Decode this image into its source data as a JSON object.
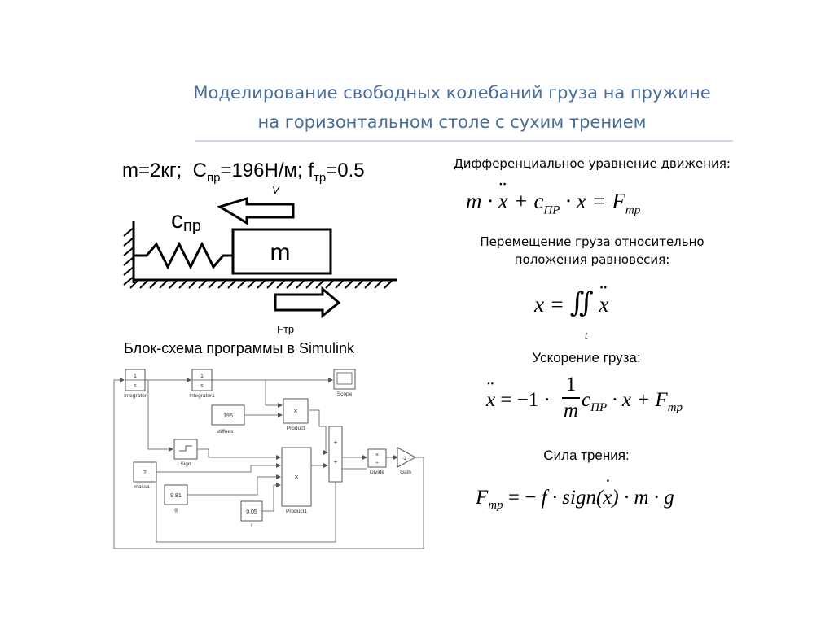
{
  "slide": {
    "title_line1": "Моделирование свободных колебаний груза на пружине",
    "title_line2": "на горизонтальном столе с сухим трением"
  },
  "params": {
    "mass": "m=2кг;",
    "c": "С",
    "c_sub": "пр",
    "c_val": "=196Н/м;",
    "f": "f",
    "f_sub": "тр",
    "f_val": "=0.5"
  },
  "scheme": {
    "spring_label": "с",
    "spring_sub": "пр",
    "mass_label": "m",
    "v_label": "V",
    "friction_label": "Fтр"
  },
  "simulink": {
    "caption": "Блок-схема программы в Simulink",
    "blocks": {
      "integrator_num": "1",
      "integrator_den": "s",
      "integrator": "Integrator",
      "integrator1_num": "1",
      "integrator1_den": "s",
      "integrator1": "Integrator1",
      "scope": "Scope",
      "stiffness_val": "196",
      "stiffness": "stiffnes",
      "product": "Product",
      "sign": "Sign",
      "massa_val": "2",
      "massa": "massa",
      "g_val": "9.81",
      "g": "g",
      "f_val": "0.05",
      "f": "f",
      "product1": "Product1",
      "divide": "Divide",
      "gain_val": "-1",
      "gain": "Gain",
      "times": "×",
      "plus": "+",
      "divide_sign": "÷"
    }
  },
  "right": {
    "eq_motion_title": "Дифференциальное уравнение движения:",
    "displacement_title_1": "Перемещение груза относительно",
    "displacement_title_2": "положения равновесия:",
    "accel_title": "Ускорение груза:",
    "friction_title": "Сила трения:",
    "sub_pr": "ПР",
    "sub_tr": "тр",
    "int_sub": "t"
  }
}
